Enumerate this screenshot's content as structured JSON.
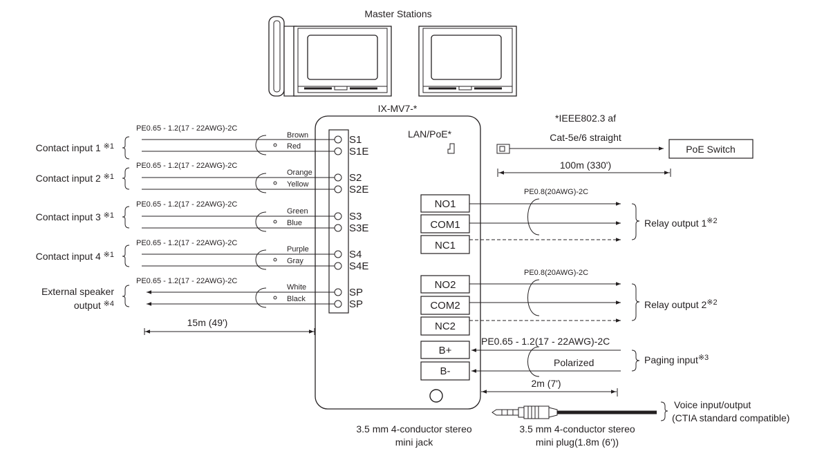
{
  "title": "Master Stations",
  "device_name": "IX-MV7-*",
  "lan_poe_label": "LAN/PoE*",
  "poe": {
    "standard": "*IEEE802.3 af",
    "cable": "Cat-5e/6 straight",
    "switch": "PoE Switch",
    "distance": "100m (330')"
  },
  "cable_spec": "PE0.65 - 1.2(17 - 22AWG)-2C",
  "contact_inputs": [
    {
      "label": "Contact input 1",
      "note": "※1",
      "wire_a": "Brown",
      "wire_b": "Red",
      "term_a": "S1",
      "term_b": "S1E"
    },
    {
      "label": "Contact input 2",
      "note": "※1",
      "wire_a": "Orange",
      "wire_b": "Yellow",
      "term_a": "S2",
      "term_b": "S2E"
    },
    {
      "label": "Contact input 3",
      "note": "※1",
      "wire_a": "Green",
      "wire_b": "Blue",
      "term_a": "S3",
      "term_b": "S3E"
    },
    {
      "label": "Contact input 4",
      "note": "※1",
      "wire_a": "Purple",
      "wire_b": "Gray",
      "term_a": "S4",
      "term_b": "S4E"
    }
  ],
  "speaker": {
    "label_line1": "External speaker",
    "label_line2": "output",
    "note": "※4",
    "wire_a": "White",
    "wire_b": "Black",
    "term_a": "SP",
    "term_b": "SP"
  },
  "left_distance": "15m (49')",
  "relay_cable": "PE0.8(20AWG)-2C",
  "relays": [
    {
      "terms": [
        "NO1",
        "COM1",
        "NC1"
      ],
      "label": "Relay output 1",
      "note": "※2"
    },
    {
      "terms": [
        "NO2",
        "COM2",
        "NC2"
      ],
      "label": "Relay output 2",
      "note": "※2"
    }
  ],
  "paging": {
    "terms": [
      "B+",
      "B-"
    ],
    "cable": "PE0.65 - 1.2(17 - 22AWG)-2C",
    "polarized": "Polarized",
    "label": "Paging input",
    "note": "※3",
    "distance": "2m (7')"
  },
  "jack_label_line1": "3.5 mm 4-conductor stereo",
  "jack_label_line2": "mini jack",
  "plug_label_line1": "3.5 mm 4-conductor stereo",
  "plug_label_line2": "mini plug(1.8m (6'))",
  "voice_line1": "Voice input/output",
  "voice_line2": "(CTIA standard compatible)"
}
